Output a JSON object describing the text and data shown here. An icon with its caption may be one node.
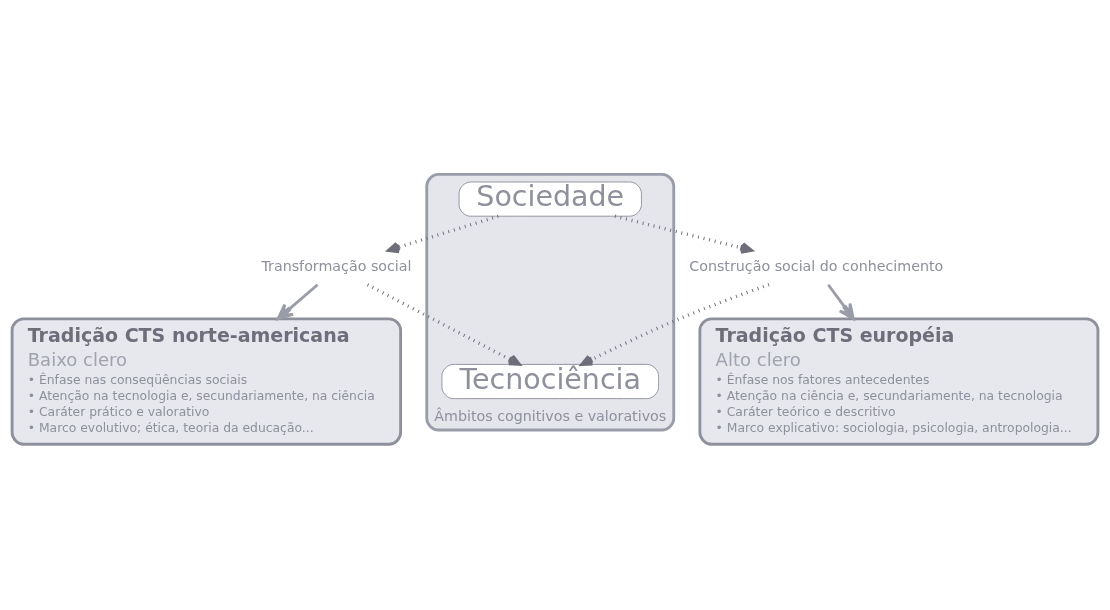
{
  "diagram": {
    "nodes": [
      {
        "text": [
          "Âmbitos cognitivos e valorativos"
        ]
      },
      {
        "text": [
          "Sociedade"
        ],
        "in": 0
      },
      {
        "text": [
          "Tecnociência"
        ],
        "in": 0
      },
      {
        "text": [
          "Transformação social"
        ]
      },
      {
        "text": [
          "Construção social do conhecimento"
        ]
      },
      {
        "text": [
          "Tradição CTS norte-americana",
          "Baixo clero",
          "• Ênfase nas conseqüências sociais",
          "• Atenção na tecnologia e, secundariamente, na ciência",
          "• Caráter prático e valorativo",
          "• Marco evolutivo; ética, teoria da educação..."
        ]
      },
      {
        "text": [
          "Tradição CTS européia",
          "Alto clero",
          "• Ênfase nos fatores antecedentes",
          "• Atenção na ciência e, secundariamente, na tecnologia",
          "• Caráter teórico e descritivo",
          "• Marco explicativo: sociologia, psicologia, antropologia..."
        ]
      }
    ],
    "edges": [
      {
        "from": 1,
        "to": 3,
        "arrow": "to",
        "style": "dashed"
      },
      {
        "from": 3,
        "to": 2,
        "arrow": "to",
        "style": "dashed"
      },
      {
        "from": 1,
        "to": 4,
        "arrow": "to",
        "style": "dashed"
      },
      {
        "from": 4,
        "to": 2,
        "arrow": "to",
        "style": "dashed"
      },
      {
        "from": 3,
        "to": 5,
        "arrow": "to"
      },
      {
        "from": 4,
        "to": 6,
        "arrow": "to"
      }
    ]
  }
}
